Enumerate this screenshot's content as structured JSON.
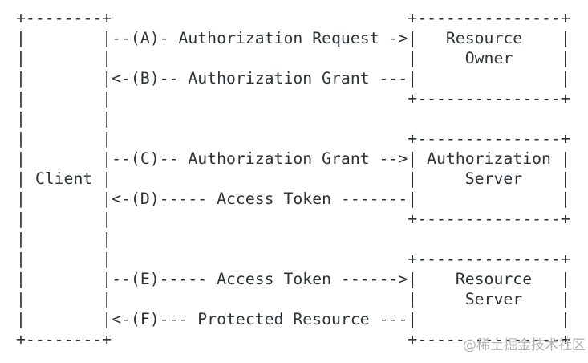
{
  "colors": {
    "background": "#ffffff",
    "diagram_text": "#2e3338",
    "watermark_text": "#b3b3b3"
  },
  "diagram": {
    "type": "ascii-flow-diagram",
    "entities": [
      "Client",
      "Resource Owner",
      "Authorization Server",
      "Resource Server"
    ],
    "flows": [
      {
        "step": "A",
        "label": "Authorization Request",
        "from": "Client",
        "to": "Resource Owner"
      },
      {
        "step": "B",
        "label": "Authorization Grant",
        "from": "Resource Owner",
        "to": "Client"
      },
      {
        "step": "C",
        "label": "Authorization Grant",
        "from": "Client",
        "to": "Authorization Server"
      },
      {
        "step": "D",
        "label": "Access Token",
        "from": "Authorization Server",
        "to": "Client"
      },
      {
        "step": "E",
        "label": "Access Token",
        "from": "Client",
        "to": "Resource Server"
      },
      {
        "step": "F",
        "label": "Protected Resource",
        "from": "Resource Server",
        "to": "Client"
      }
    ],
    "lines": [
      "+--------+                               +---------------+",
      "|        |--(A)- Authorization Request ->|   Resource    |",
      "|        |                               |     Owner     |",
      "|        |<-(B)-- Authorization Grant ---|               |",
      "|        |                               +---------------+",
      "|        |",
      "|        |                               +---------------+",
      "|        |--(C)-- Authorization Grant -->| Authorization |",
      "| Client |                               |     Server    |",
      "|        |<-(D)----- Access Token -------|               |",
      "|        |                               +---------------+",
      "|        |",
      "|        |                               +---------------+",
      "|        |--(E)----- Access Token ------>|    Resource   |",
      "|        |                               |     Server    |",
      "|        |<-(F)--- Protected Resource ---|               |",
      "+--------+                               +---------------+"
    ]
  },
  "watermark": {
    "text": "@稀土掘金技术社区"
  }
}
